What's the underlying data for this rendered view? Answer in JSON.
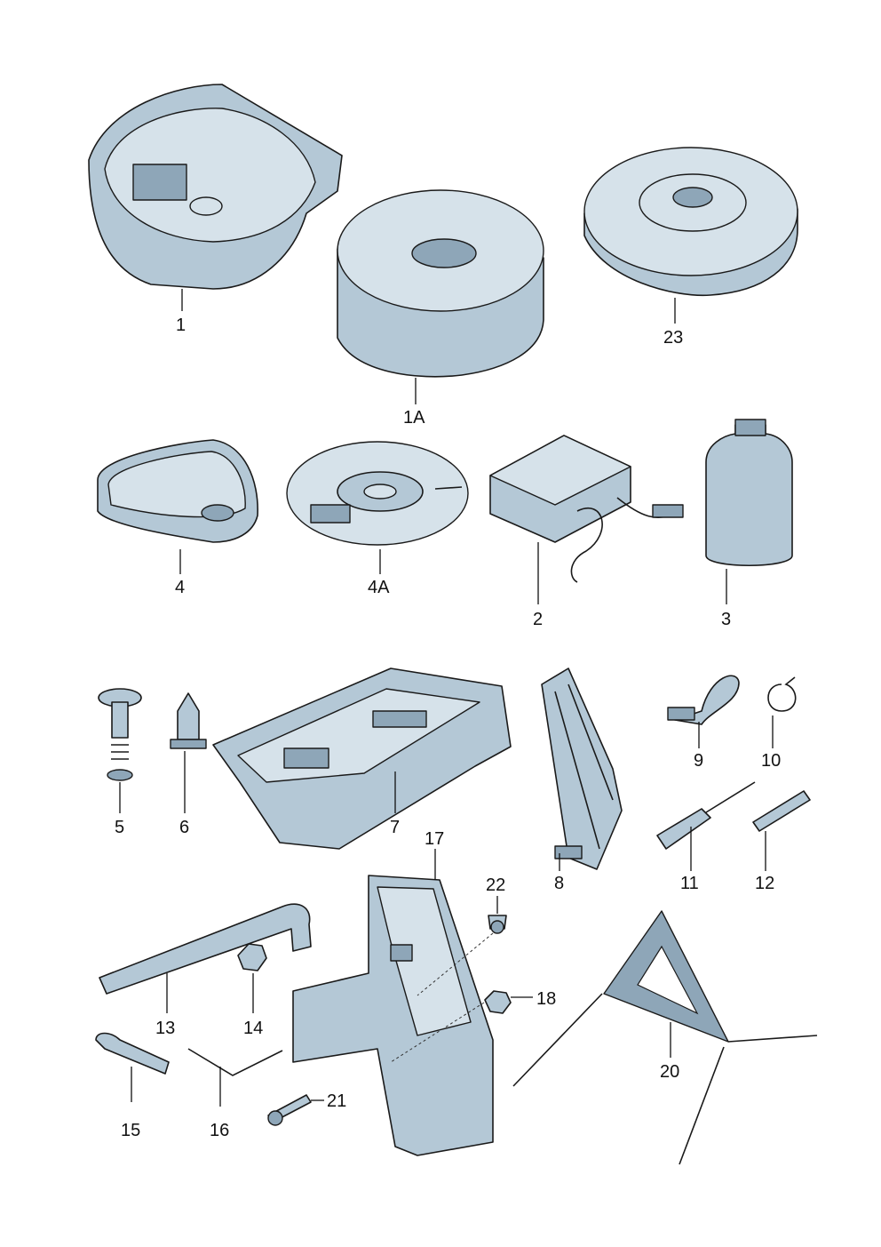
{
  "callouts": {
    "p1": "1",
    "p1a": "1A",
    "p23": "23",
    "p4": "4",
    "p4a": "4A",
    "p2": "2",
    "p3": "3",
    "p5": "5",
    "p6": "6",
    "p7": "7",
    "p8": "8",
    "p9": "9",
    "p10": "10",
    "p11": "11",
    "p12": "12",
    "p17": "17",
    "p22": "22",
    "p18": "18",
    "p13": "13",
    "p14": "14",
    "p15": "15",
    "p16": "16",
    "p21": "21",
    "p20": "20"
  },
  "colors": {
    "part_fill": "#b4c8d6",
    "outline": "#1a1a1a",
    "background": "#ffffff"
  }
}
